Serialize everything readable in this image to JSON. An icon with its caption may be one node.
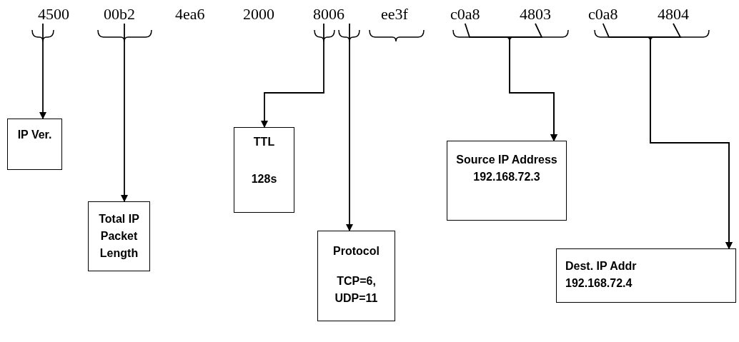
{
  "diagram": {
    "nodes": [
      {
        "text": [
          "4500"
        ]
      },
      {
        "text": [
          "00b2"
        ]
      },
      {
        "text": [
          "4ea6"
        ]
      },
      {
        "text": [
          "2000"
        ]
      },
      {
        "text": [
          "8006"
        ]
      },
      {
        "text": [
          "ee3f"
        ]
      },
      {
        "text": [
          "c0a8"
        ]
      },
      {
        "text": [
          "4803"
        ]
      },
      {
        "text": [
          "c0a8"
        ]
      },
      {
        "text": [
          "4804"
        ]
      },
      {
        "text": [
          "IP Ver."
        ]
      },
      {
        "text": [
          "Total IP Packet Length"
        ]
      },
      {
        "text": [
          "TTL",
          "128s"
        ]
      },
      {
        "text": [
          "Protocol",
          "TCP=6, UDP=11"
        ]
      },
      {
        "text": [
          "Source IP Address",
          "192.168.72.3"
        ]
      },
      {
        "text": [
          "Dest. IP Addr",
          "192.168.72.4"
        ]
      }
    ],
    "edges": [
      {
        "from": 0,
        "to": 10,
        "arrow": "to"
      },
      {
        "from": 1,
        "to": 11,
        "arrow": "to"
      },
      {
        "from": 4,
        "to": 12,
        "arrow": "to"
      },
      {
        "from": 4,
        "to": 13,
        "arrow": "to"
      },
      {
        "from": 6,
        "to": 14,
        "arrow": "to"
      },
      {
        "from": 7,
        "to": 14,
        "arrow": "to"
      },
      {
        "from": 8,
        "to": 15,
        "arrow": "to"
      },
      {
        "from": 9,
        "to": 15,
        "arrow": "to"
      }
    ]
  }
}
